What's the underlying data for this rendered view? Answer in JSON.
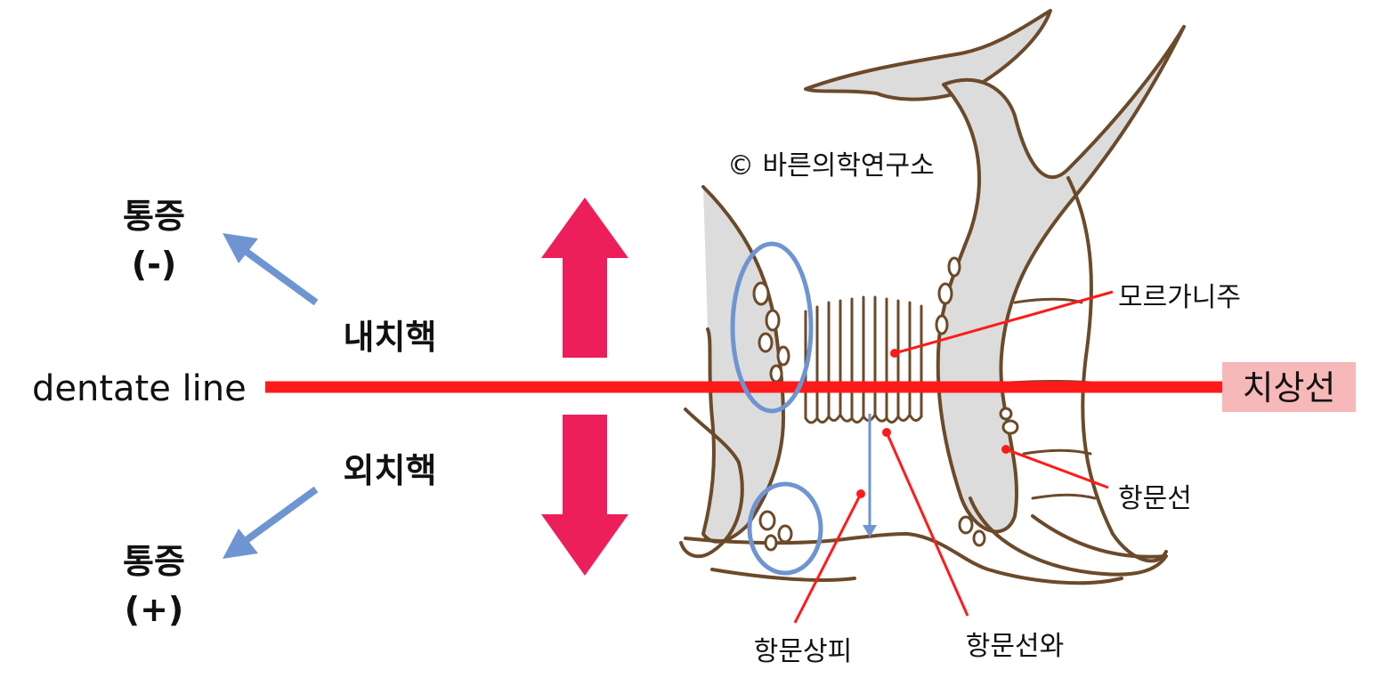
{
  "copyright": "© 바른의학연구소",
  "left": {
    "top_pain": "통증",
    "top_sign": "(-)",
    "internal": "내치핵",
    "dentate": "dentate line",
    "external": "외치핵",
    "bottom_pain": "통증",
    "bottom_sign": "(+)"
  },
  "callouts": {
    "morgagni": "모르가니주",
    "dentate_kr": "치상선",
    "anal_gland": "항문선",
    "anoderm": "항문상피",
    "anal_crypt": "항문선와"
  },
  "colors": {
    "dentate_line": "#ff1a1a",
    "big_arrow": "#ec1f5b",
    "blue": "#6e95d2",
    "tissue_outline": "#6b4a2a",
    "tissue_fill": "#dcdcdc",
    "label_box": "#f6b8b8"
  }
}
